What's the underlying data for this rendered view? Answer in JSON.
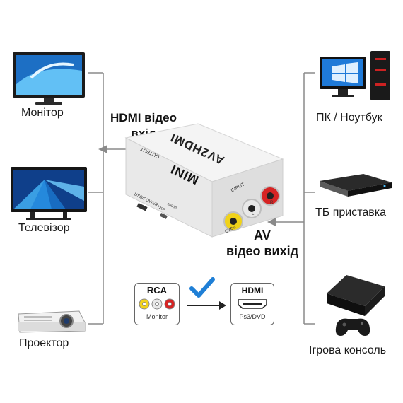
{
  "devices_left": [
    {
      "id": "monitor",
      "label": "Монітор",
      "icon": "monitor-icon"
    },
    {
      "id": "tv",
      "label": "Телевізор",
      "icon": "tv-icon"
    },
    {
      "id": "projector",
      "label": "Проектор",
      "icon": "projector-icon"
    }
  ],
  "devices_right": [
    {
      "id": "pc",
      "label": "ПК / Ноутбук",
      "icon": "pc-icon"
    },
    {
      "id": "settop",
      "label": "ТБ приставка",
      "icon": "settop-box-icon"
    },
    {
      "id": "console",
      "label": "Ігрова консоль",
      "icon": "game-console-icon"
    }
  ],
  "captions": {
    "hdmi_line1": "HDMI відео",
    "hdmi_line2": "вхід",
    "av_line1": "AV",
    "av_line2": "відео вихід"
  },
  "adapter": {
    "brand": "MINI",
    "model": "AV2HDMI",
    "output_port": "OUTPUT",
    "input_port": "INPUT",
    "usb_power": "USB/POWER",
    "res_720": "720P",
    "res_1080": "1080P",
    "cvbs": "CVBS",
    "l": "L",
    "r": "R"
  },
  "conversion": {
    "from_title": "RCA",
    "from_sub": "Monitor",
    "to_title": "HDMI",
    "to_sub": "Ps3/DVD"
  },
  "colors": {
    "line": "#8a8a8a",
    "check": "#1f7fd6",
    "rca_yellow": "#f2d21b",
    "rca_white": "#e8e8e8",
    "rca_red": "#d62424"
  }
}
